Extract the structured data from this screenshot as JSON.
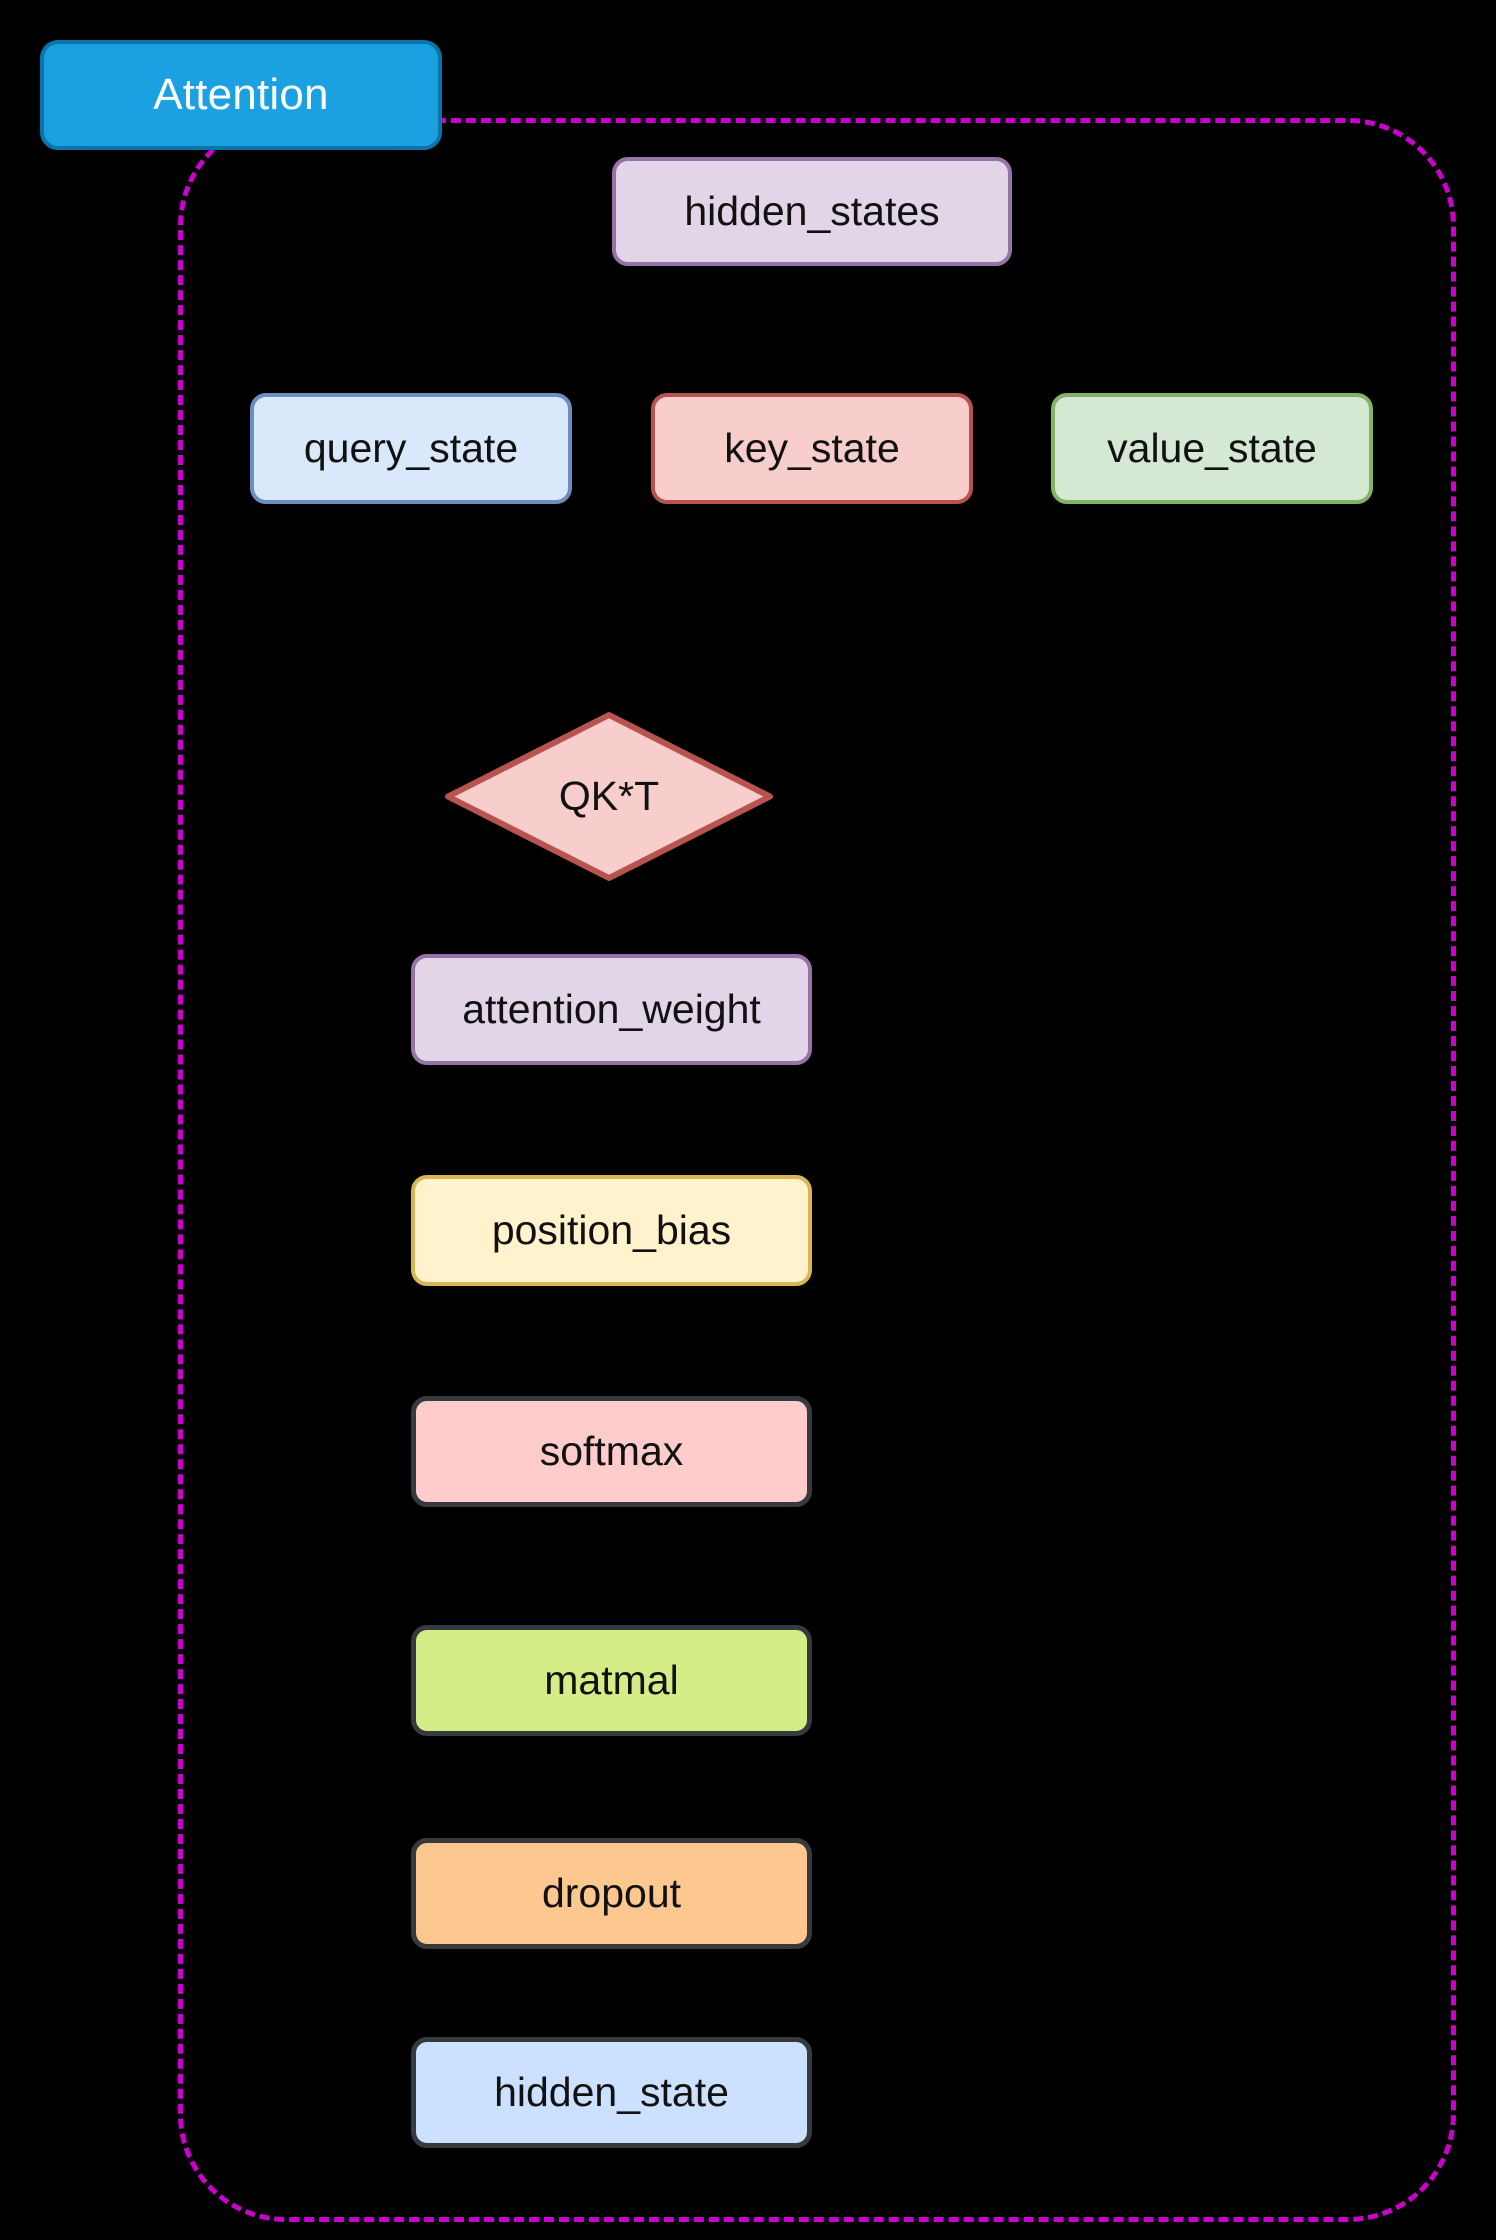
{
  "diagram": {
    "background_color": "#000000",
    "group": {
      "title": "Attention",
      "title_fill": "#1ba1e2",
      "title_stroke": "#0a74ab",
      "title_text_color": "#ffffff",
      "border_color": "#cc00cc",
      "border_style": "dashed"
    },
    "nodes": [
      {
        "id": "hidden-states",
        "label": "hidden_states",
        "shape": "rounded-rect",
        "fill": "#e1d5e7",
        "stroke": "#9673a6"
      },
      {
        "id": "query-state",
        "label": "query_state",
        "shape": "rounded-rect",
        "fill": "#dae8fc",
        "stroke": "#6c8ebf"
      },
      {
        "id": "key-state",
        "label": "key_state",
        "shape": "rounded-rect",
        "fill": "#f8cecc",
        "stroke": "#b85450"
      },
      {
        "id": "value-state",
        "label": "value_state",
        "shape": "rounded-rect",
        "fill": "#d5e8d4",
        "stroke": "#82b366"
      },
      {
        "id": "qkt",
        "label": "QK*T",
        "shape": "diamond",
        "fill": "#f8cecc",
        "stroke": "#b85450"
      },
      {
        "id": "attention-weight",
        "label": "attention_weight",
        "shape": "rounded-rect",
        "fill": "#e1d5e7",
        "stroke": "#9673a6"
      },
      {
        "id": "position-bias",
        "label": "position_bias",
        "shape": "rounded-rect",
        "fill": "#fff2cc",
        "stroke": "#d6b656"
      },
      {
        "id": "softmax",
        "label": "softmax",
        "shape": "rounded-rect",
        "fill": "#ffcccc",
        "stroke": "#36393d"
      },
      {
        "id": "matmal",
        "label": "matmal",
        "shape": "rounded-rect",
        "fill": "#d5ed86",
        "stroke": "#36393d"
      },
      {
        "id": "dropout",
        "label": "dropout",
        "shape": "rounded-rect",
        "fill": "#fdc88f",
        "stroke": "#36393d"
      },
      {
        "id": "hidden-state",
        "label": "hidden_state",
        "shape": "rounded-rect",
        "fill": "#cce0ff",
        "stroke": "#36393d"
      }
    ]
  }
}
